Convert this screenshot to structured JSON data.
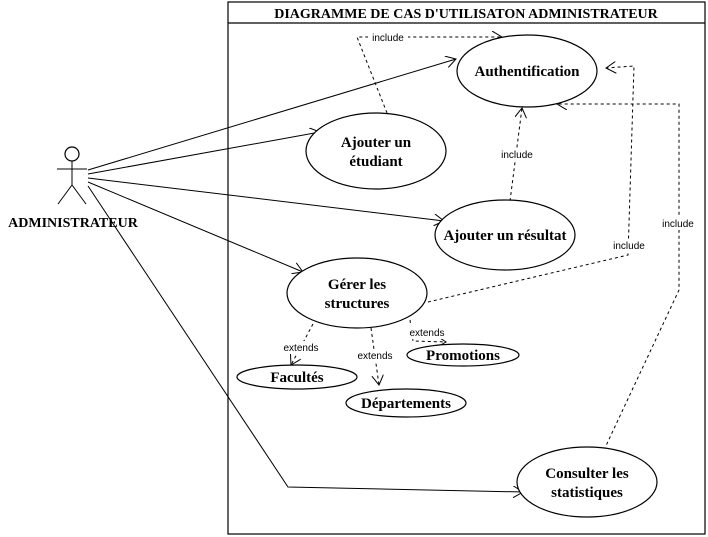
{
  "system": {
    "title": "DIAGRAMME DE CAS D'UTILISATON ADMINISTRATEUR"
  },
  "actor": {
    "name": "ADMINISTRATEUR"
  },
  "use_cases": {
    "auth": {
      "line1": "Authentification"
    },
    "add_student": {
      "line1": "Ajouter un",
      "line2": "étudiant"
    },
    "add_result": {
      "line1": "Ajouter un résultat"
    },
    "manage": {
      "line1": "Gérer les",
      "line2": "structures"
    },
    "faculties": {
      "line1": "Facultés"
    },
    "departments": {
      "line1": "Départements"
    },
    "promotions": {
      "line1": "Promotions"
    },
    "stats": {
      "line1": "Consulter les",
      "line2": "statistiques"
    }
  },
  "relations": {
    "include_student": "include",
    "include_result": "include",
    "include_manage": "include",
    "include_stats": "include",
    "extends_faculties": "extends",
    "extends_departments": "extends",
    "extends_promotions": "extends"
  }
}
